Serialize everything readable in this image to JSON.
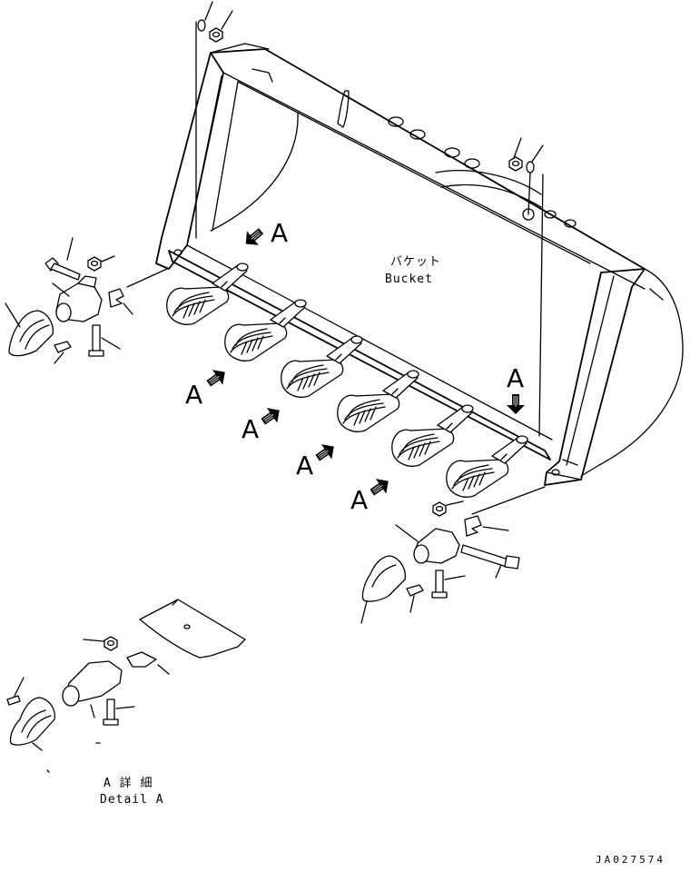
{
  "labels": {
    "bucket_jp": "バケット",
    "bucket_en": "Bucket",
    "detail_jp": "A 詳 細",
    "detail_en": "Detail A",
    "view_marker": "A",
    "drawing_code": "JA027574"
  }
}
